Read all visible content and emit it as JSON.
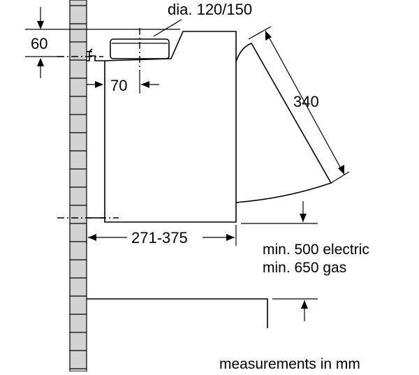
{
  "labels": {
    "duct_diameter": "dia. 120/150",
    "top_offset": "60",
    "duct_offset": "70",
    "visor_length": "340",
    "depth_range": "271-375",
    "min_clearance_line1": "min. 500 electric",
    "min_clearance_line2": "min. 650 gas",
    "units_note": "measurements in mm"
  }
}
